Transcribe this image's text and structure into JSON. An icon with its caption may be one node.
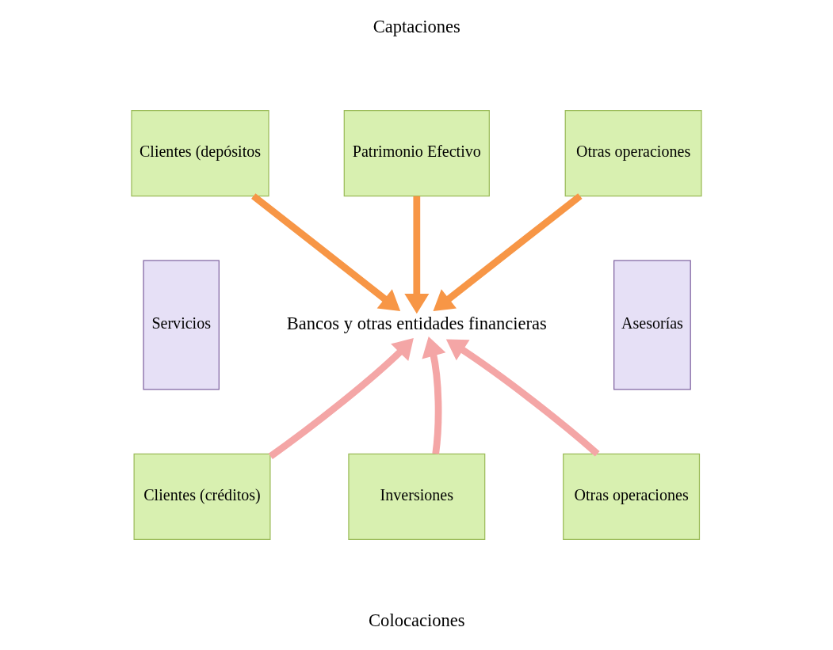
{
  "diagram": {
    "nodes": [
      {
        "text": [
          "Clientes (depósitos"
        ]
      },
      {
        "text": [
          "Patrimonio Efectivo"
        ]
      },
      {
        "text": [
          "Otras operaciones"
        ]
      },
      {
        "text": [
          "Servicios"
        ]
      },
      {
        "text": [
          "Bancos y otras entidades financieras"
        ]
      },
      {
        "text": [
          "Asesorías"
        ]
      },
      {
        "text": [
          "Clientes (créditos)"
        ]
      },
      {
        "text": [
          "Inversiones"
        ]
      },
      {
        "text": [
          "Otras operaciones"
        ]
      }
    ],
    "edges": [
      {
        "from": 0,
        "to": 4,
        "arrow": "to",
        "color": "#f79646"
      },
      {
        "from": 1,
        "to": 4,
        "arrow": "to",
        "color": "#f79646"
      },
      {
        "from": 2,
        "to": 4,
        "arrow": "to",
        "color": "#f79646"
      },
      {
        "from": 6,
        "to": 4,
        "arrow": "to",
        "color": "#f4a6a6"
      },
      {
        "from": 7,
        "to": 4,
        "arrow": "to",
        "color": "#f4a6a6"
      },
      {
        "from": 8,
        "to": 4,
        "arrow": "to",
        "color": "#f4a6a6"
      }
    ],
    "labels": [
      "Captaciones",
      "Colocaciones"
    ]
  }
}
